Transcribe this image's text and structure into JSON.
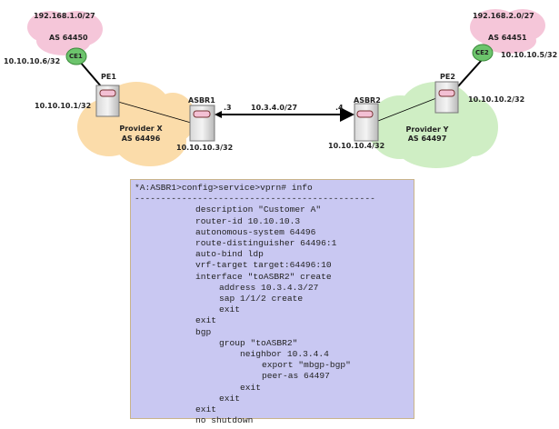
{
  "left_site": {
    "network": "192.168.1.0/27",
    "as": "AS 64450",
    "ce_label": "CE1",
    "ce_ip": "10.10.10.6/32"
  },
  "right_site": {
    "network": "192.168.2.0/27",
    "as": "AS 64451",
    "ce_label": "CE2",
    "ce_ip": "10.10.10.5/32"
  },
  "provider_x": {
    "name": "Provider X",
    "as": "AS 64496"
  },
  "provider_y": {
    "name": "Provider Y",
    "as": "AS 64497"
  },
  "pe1": {
    "label": "PE1",
    "ip": "10.10.10.1/32"
  },
  "pe2": {
    "label": "PE2",
    "ip": "10.10.10.2/32"
  },
  "asbr1": {
    "label": "ASBR1",
    "ip": "10.10.10.3/32",
    "link_host": ".3"
  },
  "asbr2": {
    "label": "ASBR2",
    "ip": "10.10.10.4/32",
    "link_host": ".4"
  },
  "link": {
    "subnet": "10.3.4.0/27"
  },
  "colors": {
    "customer_cloud": "#f5c6d9",
    "provider_x_cloud": "#fbdcaa",
    "provider_y_cloud": "#cfeec4",
    "config_bg": "#c9c8f2",
    "ce_node": "#6cc46c"
  },
  "config": {
    "lines": [
      {
        "indent": 0,
        "text": "*A:ASBR1>config>service>vprn# info"
      },
      {
        "indent": 0,
        "text": "----------------------------------------------"
      },
      {
        "indent": 1,
        "text": "description \"Customer A\""
      },
      {
        "indent": 1,
        "text": "router-id 10.10.10.3"
      },
      {
        "indent": 1,
        "text": "autonomous-system 64496"
      },
      {
        "indent": 1,
        "text": "route-distinguisher 64496:1"
      },
      {
        "indent": 1,
        "text": "auto-bind ldp"
      },
      {
        "indent": 1,
        "text": "vrf-target target:64496:10"
      },
      {
        "indent": 1,
        "text": "interface \"toASBR2\" create"
      },
      {
        "indent": 2,
        "text": "address 10.3.4.3/27"
      },
      {
        "indent": 2,
        "text": "sap 1/1/2 create"
      },
      {
        "indent": 2,
        "text": "exit"
      },
      {
        "indent": 1,
        "text": "exit"
      },
      {
        "indent": 1,
        "text": "bgp"
      },
      {
        "indent": 2,
        "text": "group \"toASBR2\""
      },
      {
        "indent": 3,
        "text": "neighbor 10.3.4.4"
      },
      {
        "indent": 4,
        "text": "export \"mbgp-bgp\""
      },
      {
        "indent": 4,
        "text": "peer-as 64497"
      },
      {
        "indent": 3,
        "text": "exit"
      },
      {
        "indent": 2,
        "text": "exit"
      },
      {
        "indent": 1,
        "text": "exit"
      },
      {
        "indent": 1,
        "text": "no shutdown"
      },
      {
        "indent": 0,
        "text": "----------------------------------------------"
      }
    ]
  }
}
